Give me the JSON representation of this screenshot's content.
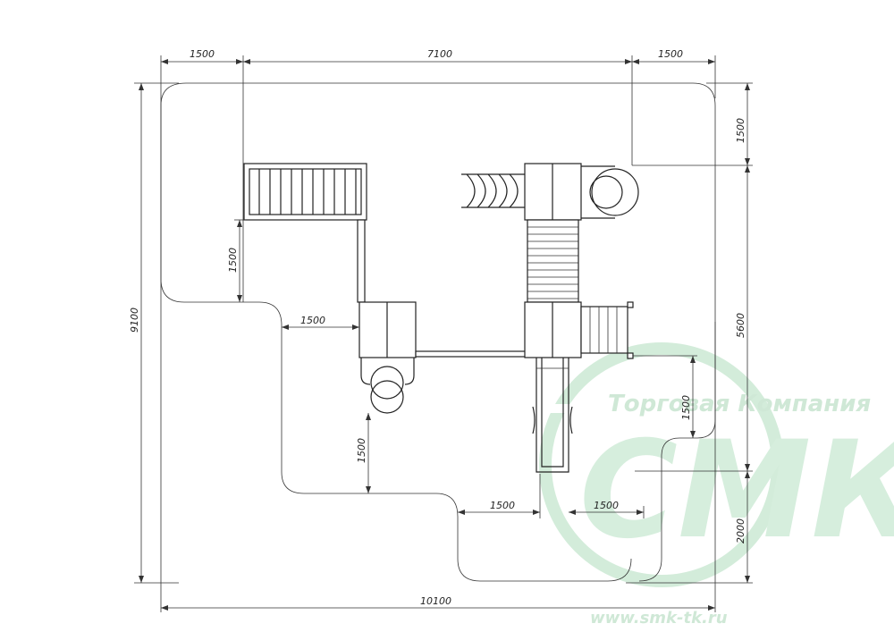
{
  "dimensions": {
    "top_left": "1500",
    "top_middle": "7100",
    "top_right": "1500",
    "right_top": "1500",
    "right_middle": "5600",
    "right_bottom": "2000",
    "left_total": "9100",
    "bottom_total": "10100",
    "inner_left_vertical": "1500",
    "inner_left_horizontal": "1500",
    "inner_lower_vertical": "1500",
    "inner_bottom_horizontal": "1500",
    "inner_right_horizontal": "1500",
    "inner_right_vertical": "1500"
  },
  "watermark": {
    "company": "Торговая Компания",
    "logo": "СМК",
    "url": "www.smk-tk.ru",
    "color": "#cfe8d6"
  }
}
